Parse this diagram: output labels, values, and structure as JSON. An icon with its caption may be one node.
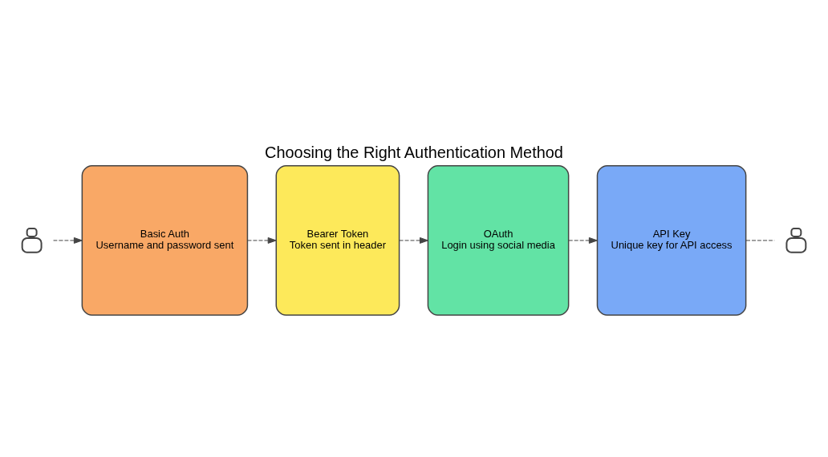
{
  "diagram": {
    "title": "Choosing the Right Authentication Method",
    "nodes": [
      {
        "text": [],
        "shape": "lock"
      },
      {
        "text": [
          "Basic Auth",
          "Username and password sent"
        ]
      },
      {
        "text": [
          "Bearer Token",
          "Token sent in header"
        ]
      },
      {
        "text": [
          "OAuth",
          "Login using social media"
        ]
      },
      {
        "text": [
          "API Key",
          "Unique key for API access"
        ]
      },
      {
        "text": [],
        "shape": "lock"
      }
    ],
    "edges": [
      {
        "from": 0,
        "to": 1,
        "arrow": "to",
        "style": "dashed"
      },
      {
        "from": 1,
        "to": 2,
        "arrow": "to",
        "style": "dashed"
      },
      {
        "from": 2,
        "to": 3,
        "arrow": "to",
        "style": "dashed"
      },
      {
        "from": 3,
        "to": 4,
        "arrow": "to",
        "style": "dashed"
      },
      {
        "from": 4,
        "to": 5,
        "arrow": "none",
        "style": "dashed"
      }
    ]
  }
}
